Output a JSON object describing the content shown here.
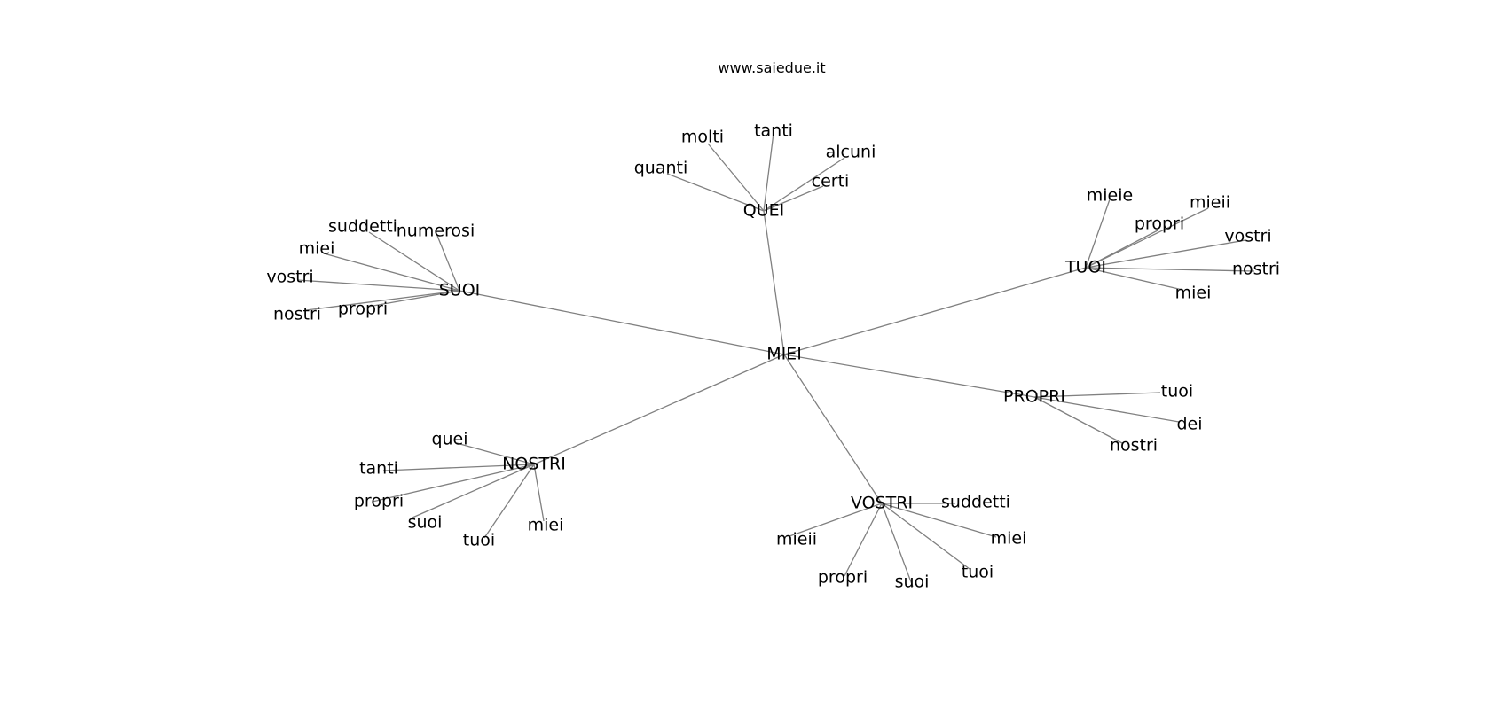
{
  "header": {
    "title": "www.saiedue.it"
  },
  "graph": {
    "root": "MIEI",
    "hubs": [
      {
        "label": "QUEI",
        "leaves": [
          "molti",
          "tanti",
          "alcuni",
          "certi",
          "quanti"
        ]
      },
      {
        "label": "SUOI",
        "leaves": [
          "suddetti",
          "numerosi",
          "miei",
          "vostri",
          "propri",
          "nostri"
        ]
      },
      {
        "label": "TUOI",
        "leaves": [
          "mieie",
          "mieii",
          "propri",
          "vostri",
          "nostri",
          "miei"
        ]
      },
      {
        "label": "PROPRI",
        "leaves": [
          "tuoi",
          "dei",
          "nostri"
        ]
      },
      {
        "label": "NOSTRI",
        "leaves": [
          "quei",
          "tanti",
          "propri",
          "suoi",
          "tuoi",
          "miei"
        ]
      },
      {
        "label": "VOSTRI",
        "leaves": [
          "suddetti",
          "mieii",
          "miei",
          "tuoi",
          "propri",
          "suoi"
        ]
      }
    ]
  }
}
